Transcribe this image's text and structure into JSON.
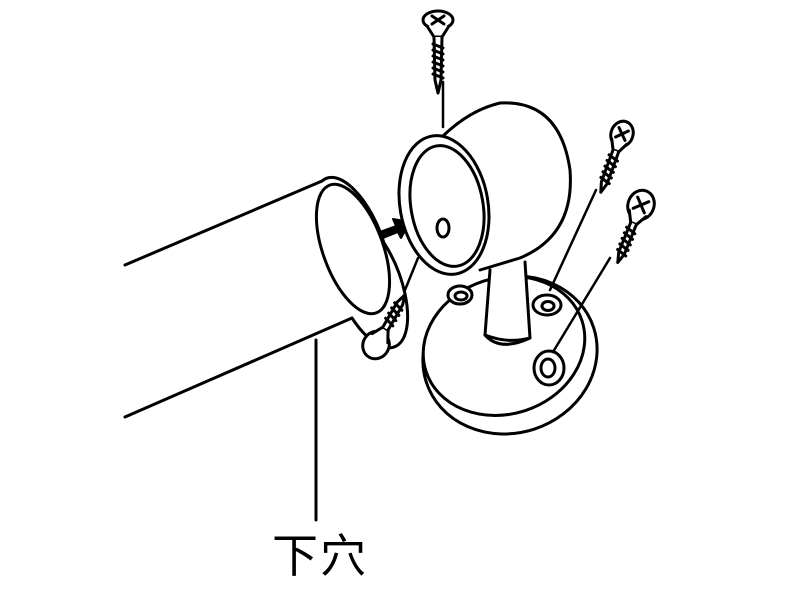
{
  "diagram": {
    "callout_label": "下穴",
    "colors": {
      "line": "#000000",
      "fill": "#ffffff"
    },
    "parts": [
      "pipe",
      "bracket-cup",
      "bracket-post",
      "bracket-base",
      "screw",
      "arrow"
    ]
  }
}
